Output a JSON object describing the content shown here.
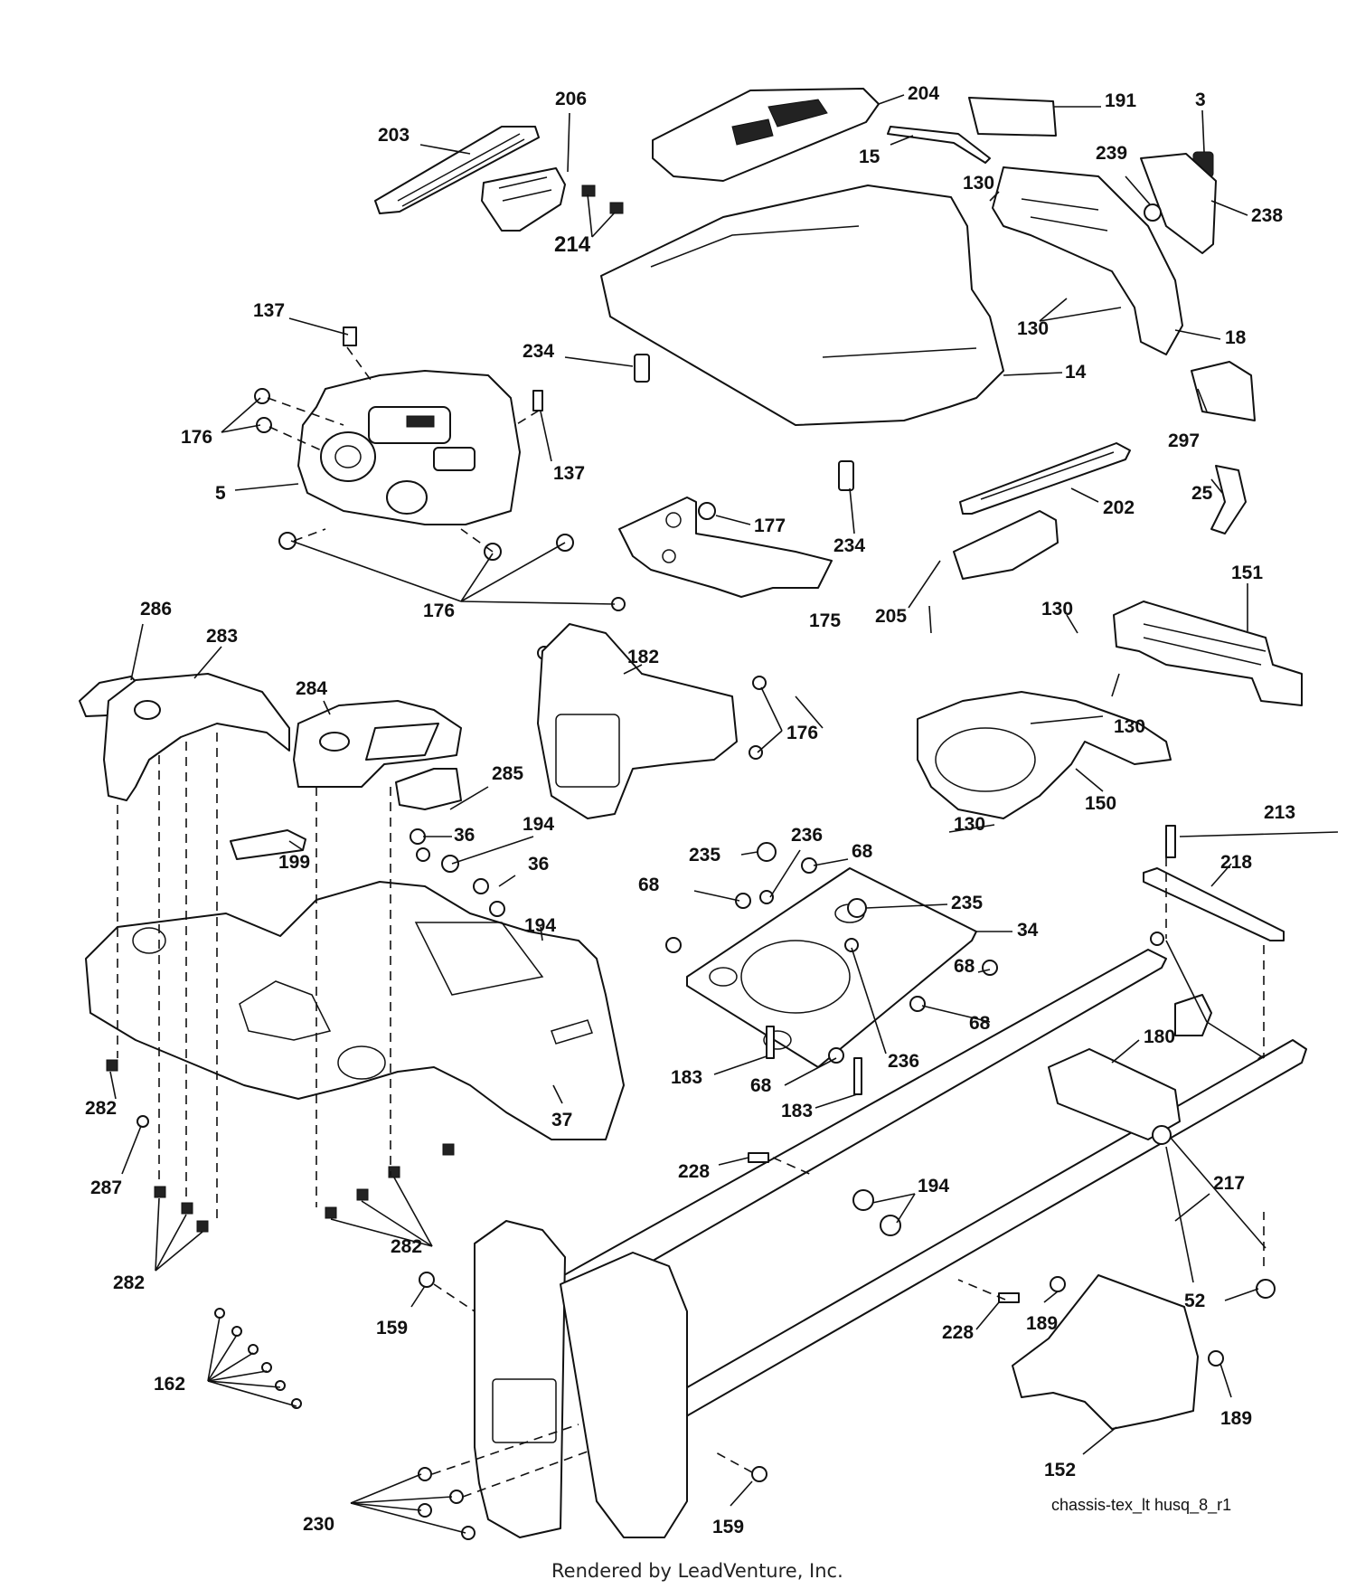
{
  "diagram": {
    "filename": "chassis-tex_lt husq_8_r1",
    "footer": "Rendered by LeadVenture, Inc.",
    "callouts": [
      {
        "id": "c-203",
        "label": "203"
      },
      {
        "id": "c-206",
        "label": "206"
      },
      {
        "id": "c-204",
        "label": "204"
      },
      {
        "id": "c-191",
        "label": "191"
      },
      {
        "id": "c-3",
        "label": "3"
      },
      {
        "id": "c-15",
        "label": "15"
      },
      {
        "id": "c-239",
        "label": "239"
      },
      {
        "id": "c-130a",
        "label": "130"
      },
      {
        "id": "c-238",
        "label": "238"
      },
      {
        "id": "c-214",
        "label": "214"
      },
      {
        "id": "c-130b",
        "label": "130"
      },
      {
        "id": "c-18",
        "label": "18"
      },
      {
        "id": "c-137a",
        "label": "137"
      },
      {
        "id": "c-234a",
        "label": "234"
      },
      {
        "id": "c-14",
        "label": "14"
      },
      {
        "id": "c-176a",
        "label": "176"
      },
      {
        "id": "c-137b",
        "label": "137"
      },
      {
        "id": "c-297",
        "label": "297"
      },
      {
        "id": "c-5",
        "label": "5"
      },
      {
        "id": "c-25",
        "label": "25"
      },
      {
        "id": "c-202",
        "label": "202"
      },
      {
        "id": "c-177",
        "label": "177"
      },
      {
        "id": "c-234b",
        "label": "234"
      },
      {
        "id": "c-151",
        "label": "151"
      },
      {
        "id": "c-176b",
        "label": "176"
      },
      {
        "id": "c-130c",
        "label": "130"
      },
      {
        "id": "c-205",
        "label": "205"
      },
      {
        "id": "c-175",
        "label": "175"
      },
      {
        "id": "c-286",
        "label": "286"
      },
      {
        "id": "c-283",
        "label": "283"
      },
      {
        "id": "c-182",
        "label": "182"
      },
      {
        "id": "c-284",
        "label": "284"
      },
      {
        "id": "c-130d",
        "label": "130"
      },
      {
        "id": "c-176c",
        "label": "176"
      },
      {
        "id": "c-285",
        "label": "285"
      },
      {
        "id": "c-150",
        "label": "150"
      },
      {
        "id": "c-194a",
        "label": "194"
      },
      {
        "id": "c-36a",
        "label": "36"
      },
      {
        "id": "c-236a",
        "label": "236"
      },
      {
        "id": "c-130e",
        "label": "130"
      },
      {
        "id": "c-199",
        "label": "199"
      },
      {
        "id": "c-235a",
        "label": "235"
      },
      {
        "id": "c-68a",
        "label": "68"
      },
      {
        "id": "c-36b",
        "label": "36"
      },
      {
        "id": "c-213",
        "label": "213"
      },
      {
        "id": "c-68b",
        "label": "68"
      },
      {
        "id": "c-218",
        "label": "218"
      },
      {
        "id": "c-235b",
        "label": "235"
      },
      {
        "id": "c-194b",
        "label": "194"
      },
      {
        "id": "c-34",
        "label": "34"
      },
      {
        "id": "c-68c",
        "label": "68"
      },
      {
        "id": "c-68d",
        "label": "68"
      },
      {
        "id": "c-180",
        "label": "180"
      },
      {
        "id": "c-236b",
        "label": "236"
      },
      {
        "id": "c-183a",
        "label": "183"
      },
      {
        "id": "c-68e",
        "label": "68"
      },
      {
        "id": "c-282a",
        "label": "282"
      },
      {
        "id": "c-183b",
        "label": "183"
      },
      {
        "id": "c-37",
        "label": "37"
      },
      {
        "id": "c-228a",
        "label": "228"
      },
      {
        "id": "c-287",
        "label": "287"
      },
      {
        "id": "c-194c",
        "label": "194"
      },
      {
        "id": "c-217",
        "label": "217"
      },
      {
        "id": "c-282b",
        "label": "282"
      },
      {
        "id": "c-282c",
        "label": "282"
      },
      {
        "id": "c-52",
        "label": "52"
      },
      {
        "id": "c-159a",
        "label": "159"
      },
      {
        "id": "c-189a",
        "label": "189"
      },
      {
        "id": "c-228b",
        "label": "228"
      },
      {
        "id": "c-162",
        "label": "162"
      },
      {
        "id": "c-189b",
        "label": "189"
      },
      {
        "id": "c-152",
        "label": "152"
      },
      {
        "id": "c-230",
        "label": "230"
      },
      {
        "id": "c-159b",
        "label": "159"
      }
    ]
  }
}
